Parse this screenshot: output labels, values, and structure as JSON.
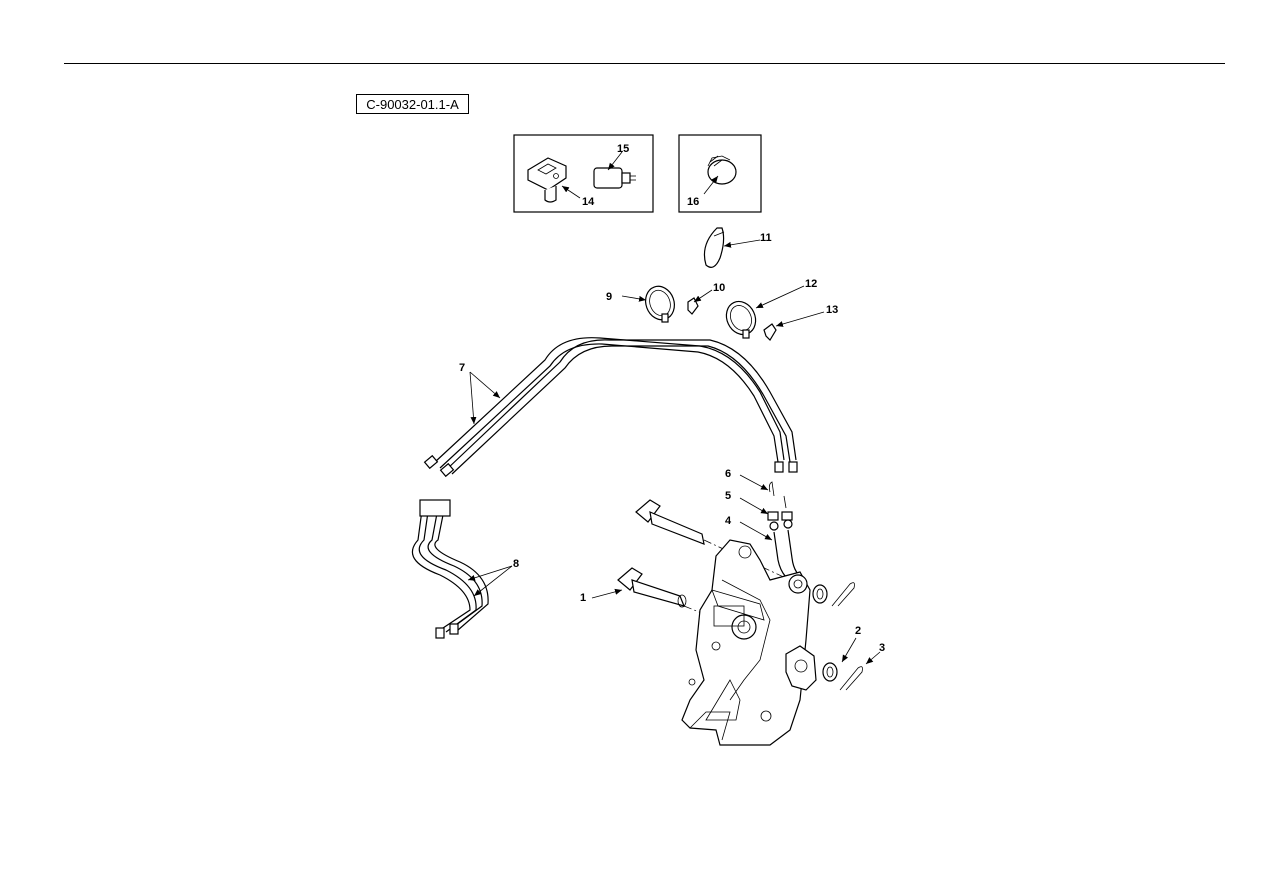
{
  "figure_id": "C-90032-01.1-A",
  "callouts": {
    "c1": "1",
    "c2": "2",
    "c3": "3",
    "c4": "4",
    "c5": "5",
    "c6": "6",
    "c7": "7",
    "c8": "8",
    "c9": "9",
    "c10": "10",
    "c11": "11",
    "c12": "12",
    "c13": "13",
    "c14": "14",
    "c15": "15",
    "c16": "16"
  }
}
